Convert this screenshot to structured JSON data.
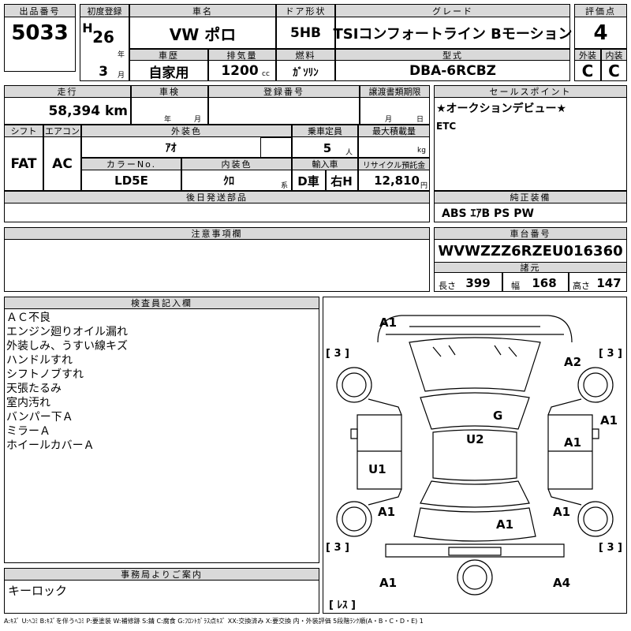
{
  "header": {
    "lot_label": "出品番号",
    "lot": "5033",
    "first_reg_label": "初度登録",
    "era": "H",
    "year": "26",
    "year_unit": "年",
    "month": "3",
    "month_unit": "月",
    "car_name_label": "車名",
    "car_name": "VW ポロ",
    "door_label": "ドア形状",
    "door": "5HB",
    "grade_label": "グレード",
    "grade": "TSIコンフォートライン Bモーション",
    "score_label": "評価点",
    "score": "4",
    "history_label": "車歴",
    "history": "自家用",
    "displacement_label": "排気量",
    "displacement": "1200",
    "displacement_unit": "cc",
    "fuel_label": "燃料",
    "fuel": "ｶﾞｿﾘﾝ",
    "model_label": "型式",
    "model": "DBA-6RCBZ",
    "exterior_label": "外装",
    "exterior": "C",
    "interior_label": "内装",
    "interior": "C"
  },
  "row2": {
    "mileage_label": "走行",
    "mileage": "58,394 km",
    "inspection_label": "車検",
    "inspection_year": "年",
    "inspection_month": "月",
    "reg_no_label": "登録番号",
    "transfer_label": "譲渡書類期限",
    "transfer_month": "月",
    "transfer_day": "日",
    "sales_label": "セールスポイント",
    "sales_line1": "★オークションデビュー★",
    "sales_line2": "ETC"
  },
  "row3": {
    "shift_label": "シフト",
    "shift": "FAT",
    "ac_label": "エアコン",
    "ac": "AC",
    "ext_color_label": "外装色",
    "ext_color": "ｱｵ",
    "capacity_label": "乗車定員",
    "capacity": "5",
    "capacity_unit": "人",
    "max_load_label": "最大積載量",
    "max_load_unit": "kg",
    "color_no_label": "カラーNo.",
    "color_no": "LD5E",
    "int_color_label": "内装色",
    "int_color": "ｸﾛ",
    "int_color_unit": "系",
    "import_label": "輸入車",
    "import_type": "D車",
    "handle": "右H",
    "recycle_label": "リサイクル預託金",
    "recycle": "12,810",
    "recycle_unit": "円"
  },
  "row4": {
    "later_label": "後日発送部品",
    "equipment_label": "純正装備",
    "equipment": "ABS ｴｱB PS PW"
  },
  "row5": {
    "caution_label": "注意事項欄",
    "vin_label": "車台番号",
    "vin": "WVWZZZ6RZEU016360",
    "spec_label": "諸元",
    "length_label": "長さ",
    "length": "399",
    "width_label": "幅",
    "width": "168",
    "height_label": "高さ",
    "height": "147"
  },
  "inspector": {
    "label": "検査員記入欄",
    "notes": [
      "ＡＣ不良",
      "エンジン廻りオイル漏れ",
      "外装しみ、うすい線キズ",
      "ハンドルすれ",
      "シフトノブすれ",
      "天張たるみ",
      "室内汚れ",
      "バンパー下Ａ",
      "ミラーＡ",
      "ホイールカバーＡ"
    ]
  },
  "office": {
    "label": "事務局よりご案内",
    "note": "キーロック"
  },
  "diagram": {
    "marks": {
      "front_left": "A1",
      "front_right": "A2",
      "right_side": "A1",
      "hood": "G",
      "roof": "U2",
      "door_right": "A1",
      "door_left": "U1",
      "rear_left_wheel": "A1",
      "rear_right_wheel": "A1",
      "trunk": "A1",
      "rear_bumper_left": "A1",
      "rear_bumper_right": "A4"
    },
    "tire_fl": "[ 3 ]",
    "tire_fr": "[ 3 ]",
    "tire_rl": "[ 3 ]",
    "tire_rr": "[ 3 ]",
    "spare": "[ ﾚｽ ]"
  },
  "legend": "A:ｷｽﾞ U:ﾍｺﾐ B:ｷｽﾞを伴うﾍｺﾐ P:要塗装 W:補修跡 S:錆 C:腐食 G:ﾌﾛﾝﾄｶﾞﾗｽ点ｷｽﾞ XX:交換済み X:要交換 内・外装評価 5段階ﾗﾝｸ順(A・B・C・D・E) 1"
}
